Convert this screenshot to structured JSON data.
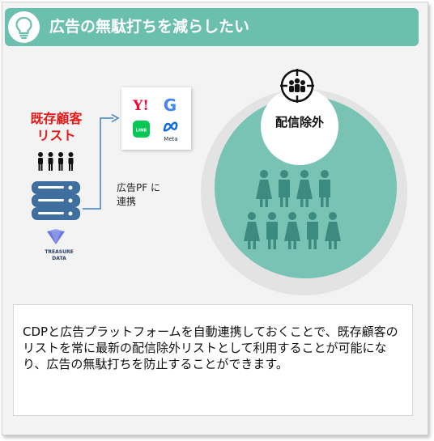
{
  "header": {
    "title": "広告の無駄打ちを減らしたい",
    "icon": "lightbulb-icon"
  },
  "source": {
    "label_line1": "既存顧客",
    "label_line2": "リスト",
    "logo_line1": "TREASURE",
    "logo_line2": "DATA"
  },
  "connection": {
    "label_line1": "広告PF に",
    "label_line2": "連携"
  },
  "ad_platforms": {
    "yahoo": "Y!",
    "google": "G",
    "line": "LINE",
    "meta": "Meta"
  },
  "exclusion": {
    "label": "配信除外"
  },
  "description": "CDPと広告プラットフォームを自動連携しておくことで、既存顧客のリストを常に最新の配信除外リストとして利用することが可能になり、広告の無駄打ちを防止することができます。",
  "colors": {
    "teal": "#6bbfad",
    "circle": "#79c3b5",
    "person": "#3c8a80",
    "red": "#e21a1a"
  }
}
